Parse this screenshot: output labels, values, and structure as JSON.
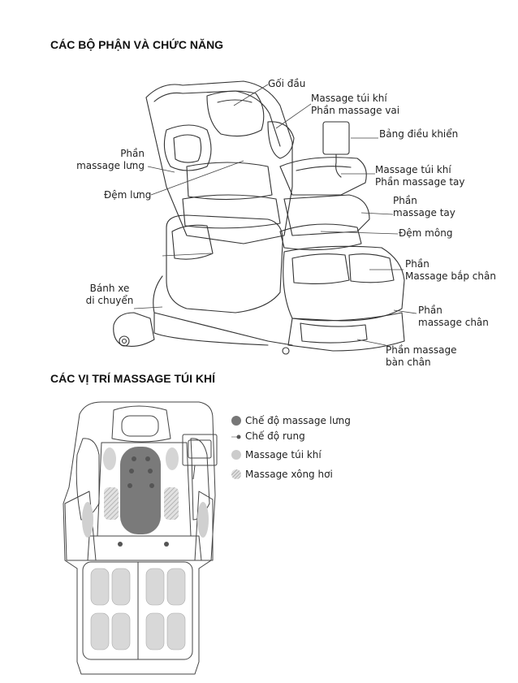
{
  "section1": {
    "title": "CÁC BỘ PHẬN VÀ CHỨC NĂNG",
    "labels": {
      "head_pillow": "Gối đầu",
      "airbag_shoulder_1": "Massage túi khí",
      "airbag_shoulder_2": "Phần massage vai",
      "control_panel": "Bảng điều khiển",
      "back_massage_1": "Phần",
      "back_massage_2": "massage lưng",
      "airbag_arm_1": "Massage túi khí",
      "airbag_arm_2": "Phần massage tay",
      "back_cushion": "Đệm lưng",
      "arm_massage_1": "Phần",
      "arm_massage_2": "massage tay",
      "seat_cushion": "Đệm mông",
      "calf_massage_1": "Phần",
      "calf_massage_2": "Massage bắp chân",
      "wheels_1": "Bánh xe",
      "wheels_2": "di chuyển",
      "foot_massage_1": "Phần",
      "foot_massage_2": "massage chân",
      "sole_massage_1": "Phần massage",
      "sole_massage_2": "bàn chân"
    }
  },
  "section2": {
    "title": "CÁC VỊ TRÍ MASSAGE TÚI KHÍ",
    "legend": [
      {
        "label": "Chế độ massage lưng",
        "icon": "dark-circle-icon",
        "color": "#777777"
      },
      {
        "label": "Chế độ rung",
        "icon": "vibration-icon",
        "color": "#555555"
      },
      {
        "label": "Massage túi khí",
        "icon": "light-circle-icon",
        "color": "#cccccc"
      },
      {
        "label": "Massage xông hơi",
        "icon": "hatched-circle-icon",
        "color": "#bbbbbb"
      }
    ]
  }
}
